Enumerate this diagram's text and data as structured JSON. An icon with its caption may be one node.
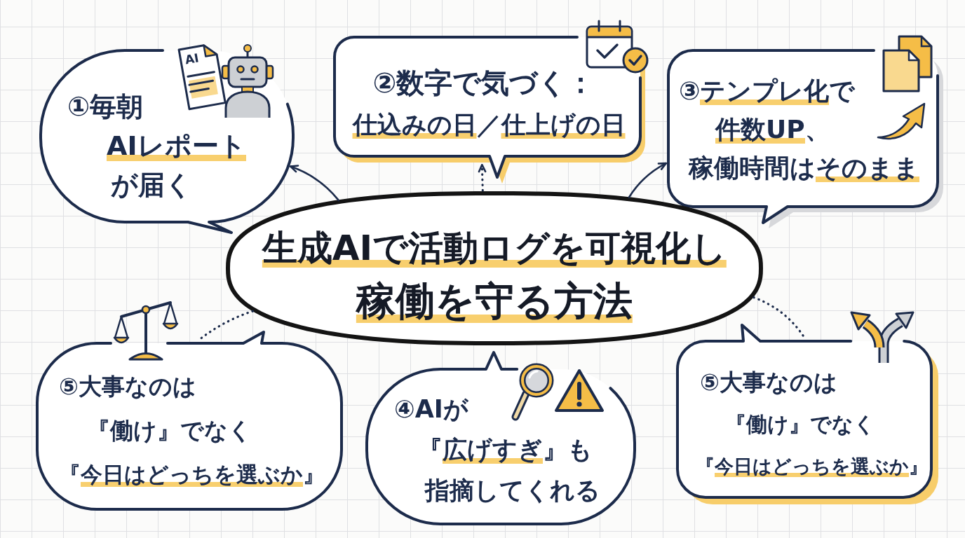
{
  "diagram": {
    "nodes": [
      {
        "text": [
          "①毎朝AIレポートが届く"
        ]
      },
      {
        "text": [
          "②数字で気づく：",
          "仕込みの日／仕上げの日"
        ]
      },
      {
        "text": [
          "③テンプレ化で件数UP、稼働時間はそのまま"
        ]
      },
      {
        "text": [
          "生成AIで活動ログを可視化し稼働を守る方法"
        ]
      },
      {
        "text": [
          "⑤大事なのは『働け』でなく『今日はどっちを選ぶか』"
        ]
      },
      {
        "text": [
          "④AIが『広げすぎ』も指摘してくれる"
        ]
      },
      {
        "text": [
          "⑤大事なのは『働け』でなく『今日はどっちを選ぶか』"
        ]
      }
    ],
    "edges": [
      {
        "from": 3,
        "to": 0,
        "arrow": "to"
      },
      {
        "from": 3,
        "to": 1,
        "arrow": "to",
        "style": "dashed"
      },
      {
        "from": 3,
        "to": 2,
        "arrow": "to"
      },
      {
        "from": 3,
        "to": 4,
        "arrow": "none",
        "style": "dashed"
      },
      {
        "from": 3,
        "to": 6,
        "arrow": "none",
        "style": "dashed"
      }
    ],
    "labels": [
      "AI"
    ]
  }
}
